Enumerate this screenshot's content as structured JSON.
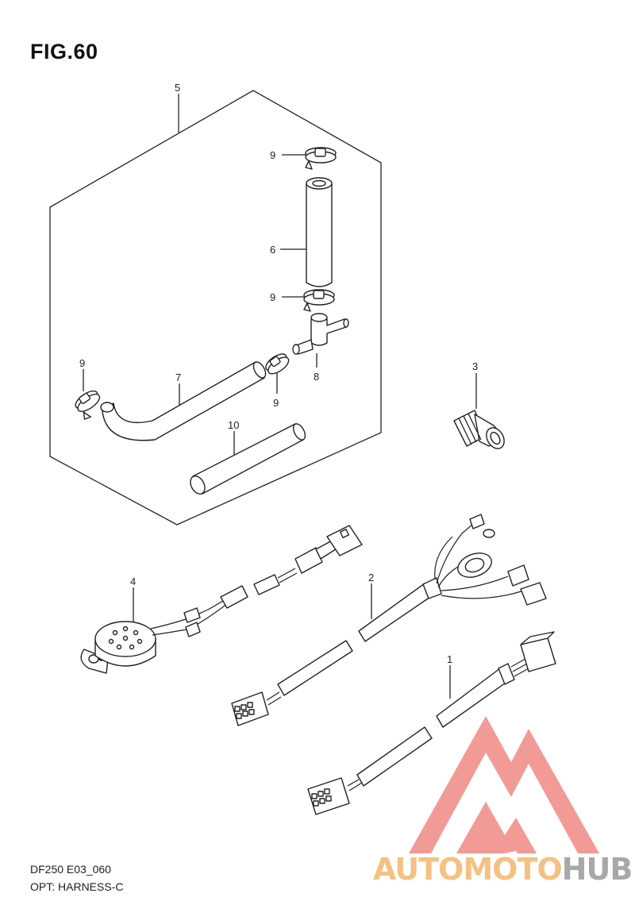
{
  "figure": {
    "title": "FIG.60"
  },
  "footer": {
    "model_code": "DF250 E03_060",
    "section_name": "OPT: HARNESS-C"
  },
  "callouts": {
    "c1": "1",
    "c2": "2",
    "c3": "3",
    "c4": "4",
    "c5": "5",
    "c6": "6",
    "c7": "7",
    "c8": "8",
    "c9a": "9",
    "c9b": "9",
    "c9c": "9",
    "c9d": "9",
    "c10": "10"
  },
  "watermark": {
    "part1": "AUTOMOTO",
    "part2": "HUB",
    "color_part1": "#f4b76e",
    "color_part2": "#9a9a9a",
    "logo_color": "#f08a84"
  }
}
